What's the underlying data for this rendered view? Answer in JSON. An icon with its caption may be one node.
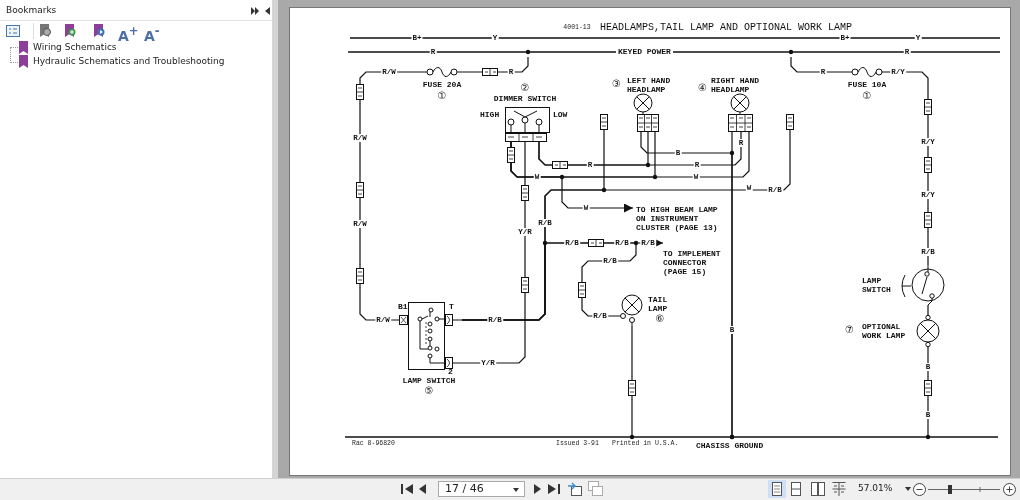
{
  "diagram": {
    "title": "HEADLAMPS,TAIL LAMP AND OPTIONAL WORK LAMP",
    "nodes": [
      {
        "text": [
          "KEYED POWER"
        ]
      },
      {
        "text": [
          "FUSE 20A",
          "①"
        ]
      },
      {
        "text": [
          "②",
          "DIMMER SWITCH",
          "HIGH",
          "LOW"
        ]
      },
      {
        "text": [
          "③",
          "LEFT HAND HEADLAMP"
        ]
      },
      {
        "text": [
          "④",
          "RIGHT HAND HEADLAMP"
        ]
      },
      {
        "text": [
          "B1",
          "T",
          "2",
          "LAMP SWITCH",
          "⑤"
        ]
      },
      {
        "text": [
          "TAIL LAMP",
          "⑥"
        ]
      },
      {
        "text": [
          "FUSE 10A",
          "①"
        ]
      },
      {
        "text": [
          "LAMP SWITCH"
        ]
      },
      {
        "text": [
          "⑦",
          "OPTIONAL WORK LAMP"
        ]
      },
      {
        "text": [
          "TO HIGH BEAM LAMP ON INSTRUMENT CLUSTER (PAGE 13)"
        ]
      },
      {
        "text": [
          "TO IMPLEMENT CONNECTOR (PAGE 15)"
        ]
      },
      {
        "text": [],
        "shape": "bar",
        "beside": [
          "CHASISS GROUND"
        ]
      },
      {
        "text": [],
        "shape": "box"
      },
      {
        "text": [],
        "shape": "box"
      }
    ],
    "edges": [
      {
        "from": 0,
        "to": 1,
        "arrow": "none",
        "label": "R"
      },
      {
        "from": 1,
        "to": 5,
        "arrow": "none",
        "label": "R/W"
      },
      {
        "from": 5,
        "to": 13,
        "arrow": "none"
      },
      {
        "from": 5,
        "to": 14,
        "arrow": "none",
        "label": "R/B"
      },
      {
        "from": 5,
        "to": 11,
        "arrow": "to",
        "label": "R/B"
      },
      {
        "from": 5,
        "to": 6,
        "arrow": "none",
        "label": "R/B"
      },
      {
        "from": 5,
        "to": 2,
        "arrow": "none",
        "label": "Y/R"
      },
      {
        "from": 2,
        "to": 10,
        "arrow": "to",
        "label": "W"
      },
      {
        "from": 2,
        "to": 4,
        "arrow": "none",
        "label": "W"
      },
      {
        "from": 2,
        "to": 3,
        "arrow": "none"
      },
      {
        "from": 2,
        "to": 4,
        "arrow": "none",
        "label": "R"
      },
      {
        "from": 2,
        "to": 3,
        "arrow": "none"
      },
      {
        "from": 3,
        "to": 12,
        "arrow": "none",
        "label": "B"
      },
      {
        "from": 4,
        "to": 12,
        "arrow": "none",
        "label": "B"
      },
      {
        "from": 6,
        "to": 12,
        "arrow": "none"
      },
      {
        "from": 0,
        "to": 7,
        "arrow": "none",
        "label": "R"
      },
      {
        "from": 7,
        "to": 8,
        "arrow": "none",
        "label": "R/Y"
      },
      {
        "from": 8,
        "to": 9,
        "arrow": "none"
      },
      {
        "from": 9,
        "to": 12,
        "arrow": "none",
        "label": "B"
      }
    ],
    "labels": [
      "Bookmarks",
      "A$^{+}$",
      "A$^{-}$",
      "Wiring Schematics",
      "Hydraulic Schematics and Troubleshooting",
      "4001-13",
      "B+",
      "Y",
      "B+",
      "Y",
      "R",
      "R",
      "R/W",
      "R/W",
      "R/W",
      "R/B",
      "R/B",
      "R/B",
      "R/B",
      "R/B",
      "Y/R",
      "W",
      "W",
      "R",
      "R",
      "R/Y",
      "R/Y",
      "R/B",
      "B",
      "Rac 8-96820",
      "Issued 3-91",
      "Printed in U.S.A.",
      "17 / 46",
      "57.01%"
    ]
  }
}
